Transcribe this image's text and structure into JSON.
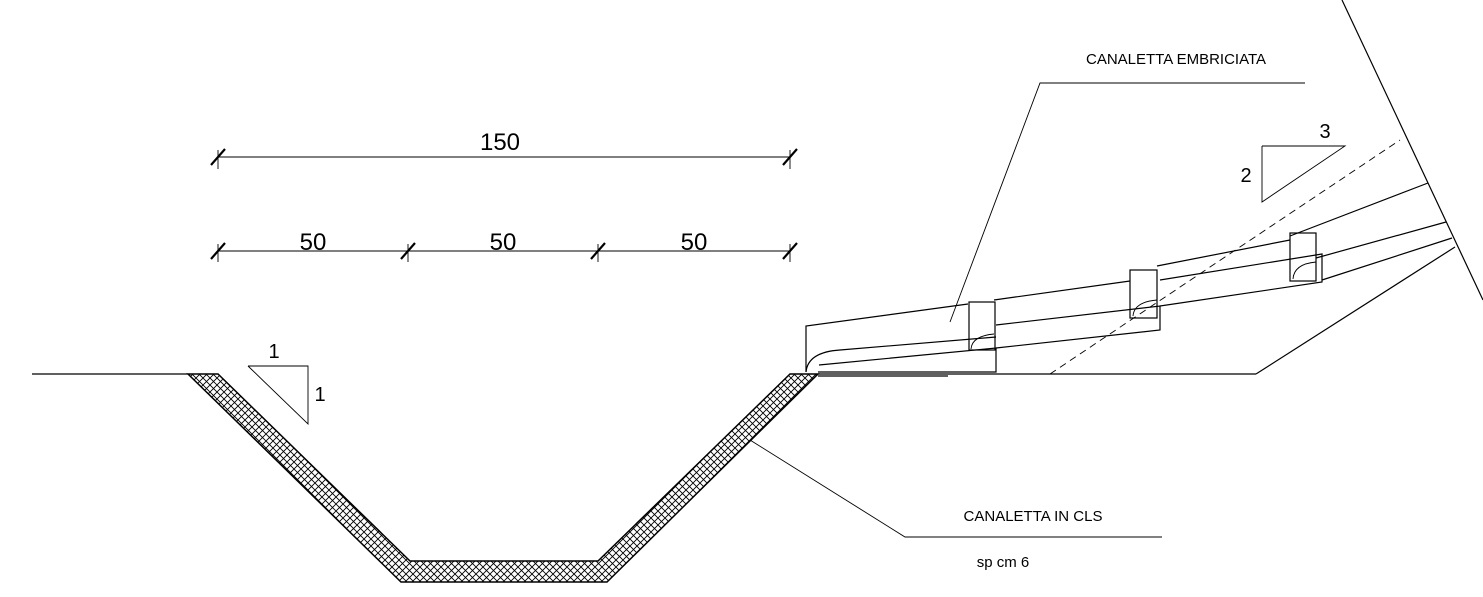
{
  "dimensions": {
    "total": "150",
    "segments": [
      "50",
      "50",
      "50"
    ]
  },
  "slopes": {
    "left": {
      "horizontal": "1",
      "vertical": "1"
    },
    "right": {
      "horizontal": "3",
      "vertical": "2"
    }
  },
  "labels": {
    "embriciata": "CANALETTA EMBRICIATA",
    "cls": "CANALETTA  IN CLS",
    "thickness": "sp cm 6"
  }
}
